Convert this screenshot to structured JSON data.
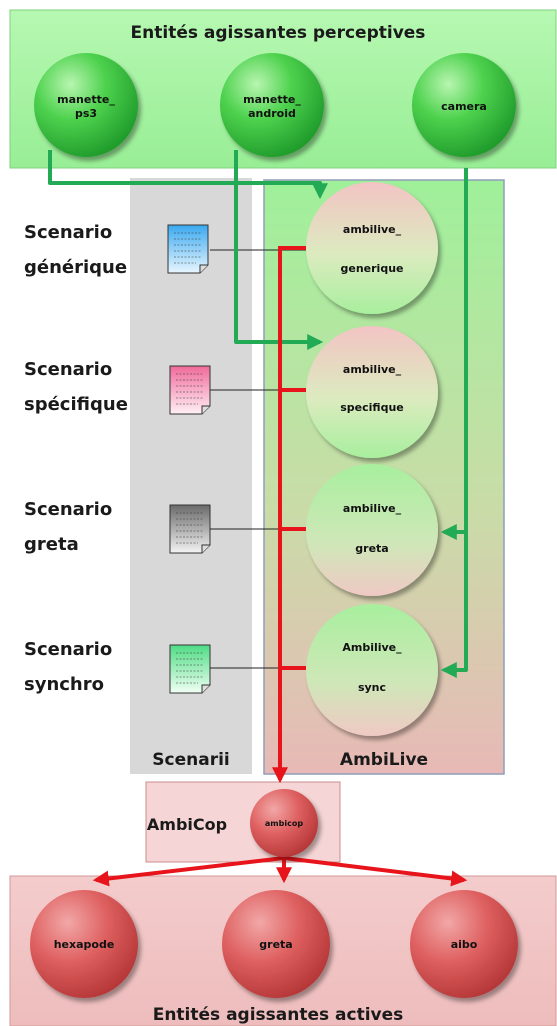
{
  "top_panel": {
    "title": "Entités agissantes perceptives"
  },
  "perceptive_nodes": [
    {
      "line1": "manette_",
      "line2": "ps3"
    },
    {
      "line1": "manette_",
      "line2": "android"
    },
    {
      "line1": "camera",
      "line2": ""
    }
  ],
  "scenarii_panel": {
    "title": "Scenarii"
  },
  "ambilive_panel": {
    "title": "AmbiLive"
  },
  "scenarios": [
    {
      "line1": "Scenario",
      "line2": "générique",
      "doc_color": "#3aa9f0"
    },
    {
      "line1": "Scenario",
      "line2": "spécifique",
      "doc_color": "#f06a9a"
    },
    {
      "line1": "Scenario",
      "line2": "greta",
      "doc_color": "#6a6a6a"
    },
    {
      "line1": "Scenario",
      "line2": "synchro",
      "doc_color": "#4fdc84"
    }
  ],
  "ambilive_nodes": [
    {
      "line1": "ambilive_",
      "line2": "generique"
    },
    {
      "line1": "ambilive_",
      "line2": "specifique"
    },
    {
      "line1": "ambilive_",
      "line2": "greta"
    },
    {
      "line1": "Ambilive_",
      "line2": "sync"
    }
  ],
  "ambicop": {
    "label": "AmbiCop",
    "node": "ambicop"
  },
  "active_nodes": [
    {
      "label": "hexapode"
    },
    {
      "label": "greta"
    },
    {
      "label": "aibo"
    }
  ],
  "bottom_panel": {
    "title": "Entités agissantes actives"
  },
  "colors": {
    "green_arrow": "#22aa55",
    "red_arrow": "#e8141b",
    "green_panel": "#a6f5a6",
    "red_panel": "#f3c9c9",
    "gray_panel": "#d8d8d8"
  }
}
